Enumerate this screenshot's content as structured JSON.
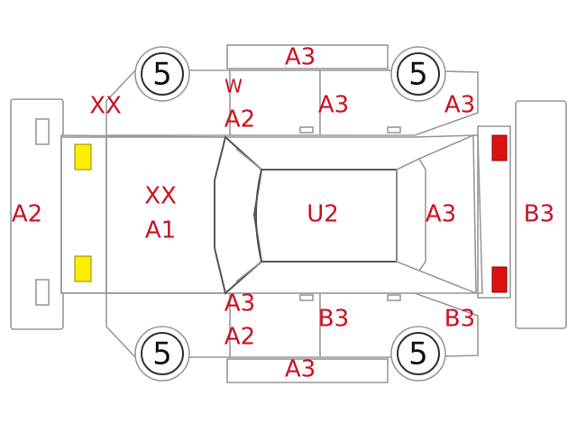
{
  "colors": {
    "label": "#cc1122",
    "outline": "#999999",
    "front_marker": "#ffee00",
    "rear_marker": "#dd1111"
  },
  "labels": {
    "front_bumper": "A2",
    "rear_bumper": "B3",
    "front_left_fender_a": "XX",
    "hood_a": "XX",
    "hood_b": "A1",
    "roof": "U2",
    "rear_window": "A3",
    "top_rocker": "A3",
    "bottom_rocker": "A3",
    "top_pillar_a": "W",
    "top_pillar_b": "A2",
    "top_rear_door": "A3",
    "top_rear_fender": "A3",
    "bottom_pillar_a": "A3",
    "bottom_pillar_b": "A2",
    "bottom_rear_door": "B3",
    "bottom_rear_fender": "B3"
  },
  "tires": {
    "front_top": "5",
    "rear_top": "5",
    "front_bottom": "5",
    "rear_bottom": "5"
  }
}
